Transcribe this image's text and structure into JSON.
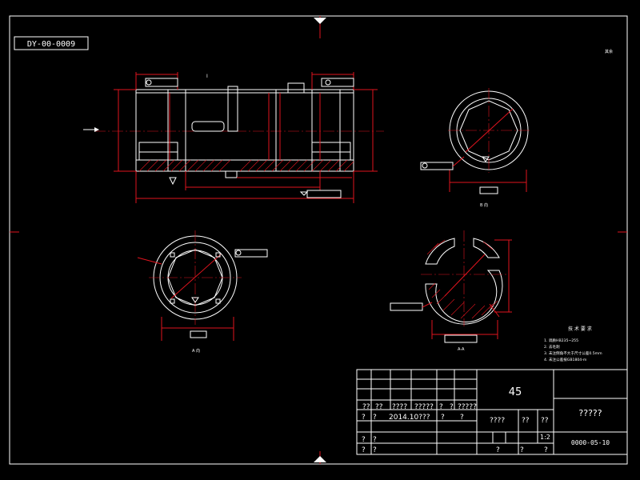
{
  "drawing": {
    "code_box": "DY-00-0009",
    "top_right_note": "其余",
    "section_label_main": "I",
    "view_label_right": "B 向",
    "view_label_left": "A 向",
    "view_label_section": "A-A",
    "tech_req": {
      "title": "技 术 要 求",
      "items": [
        "1. 调质HB235~255",
        "2. 去毛刺",
        "3. 未注倒角不大于尺寸公差0.5mm",
        "4. 未注公差按GB1804-m"
      ]
    },
    "title_block": {
      "material": "45",
      "name": "?????",
      "scale": "1:2",
      "drawing_no": "0000-05-10",
      "row_labels": [
        "??",
        "??",
        "????",
        "?????",
        "?",
        "?",
        "?????"
      ],
      "date_row": [
        "?",
        "?",
        "2014.10???",
        "?",
        "?"
      ],
      "row3": [
        "?",
        "?"
      ],
      "row4": [
        "?",
        "?"
      ],
      "qty_row": [
        "????",
        "??",
        "??"
      ],
      "bottom_row": [
        "?",
        "?",
        "?"
      ]
    }
  }
}
